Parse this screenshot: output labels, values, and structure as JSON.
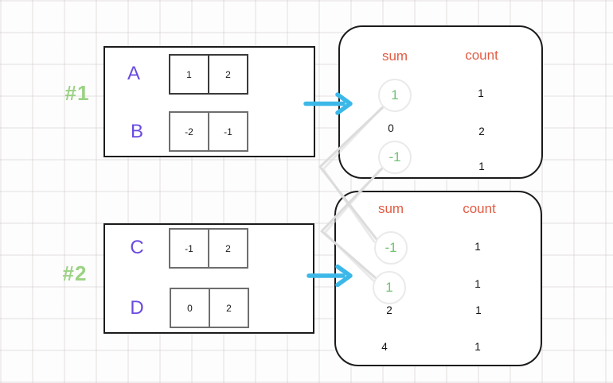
{
  "examples": [
    {
      "label": "#1",
      "rows": [
        {
          "name": "A",
          "cells": [
            "1",
            "2"
          ]
        },
        {
          "name": "B",
          "cells": [
            "-2",
            "-1"
          ]
        }
      ]
    },
    {
      "label": "#2",
      "rows": [
        {
          "name": "C",
          "cells": [
            "-1",
            "2"
          ]
        },
        {
          "name": "D",
          "cells": [
            "0",
            "2"
          ]
        }
      ]
    }
  ],
  "tables": [
    {
      "headers": {
        "sum": "sum",
        "count": "count"
      },
      "rows": [
        {
          "sum": "1",
          "count": "1",
          "highlighted": true
        },
        {
          "sum": "0",
          "count": "2",
          "highlighted": false
        },
        {
          "sum": "-1",
          "count": "1",
          "highlighted": true
        }
      ]
    },
    {
      "headers": {
        "sum": "sum",
        "count": "count"
      },
      "rows": [
        {
          "sum": "-1",
          "count": "1",
          "highlighted": true
        },
        {
          "sum": "1",
          "count": "1",
          "highlighted": true
        },
        {
          "sum": "2",
          "count": "1",
          "highlighted": false
        },
        {
          "sum": "4",
          "count": "1",
          "highlighted": false
        }
      ]
    }
  ],
  "icons": {
    "arrow_example_1": "right-arrow",
    "arrow_example_2": "right-arrow"
  },
  "connections": [
    {
      "from": "table1 sum 1",
      "to": "table2 sum -1"
    },
    {
      "from": "table1 sum -1",
      "to": "table2 sum 1"
    }
  ],
  "colors": {
    "arrow_cyan": "#3cb8e8",
    "table_header": "#e25c44",
    "highlight_green": "#72c172",
    "example_label_green": "#9bd284",
    "array_label_purple": "#6a4be0",
    "connector_gray": "#dcdcdc",
    "box_border": "#1b1b1b"
  }
}
